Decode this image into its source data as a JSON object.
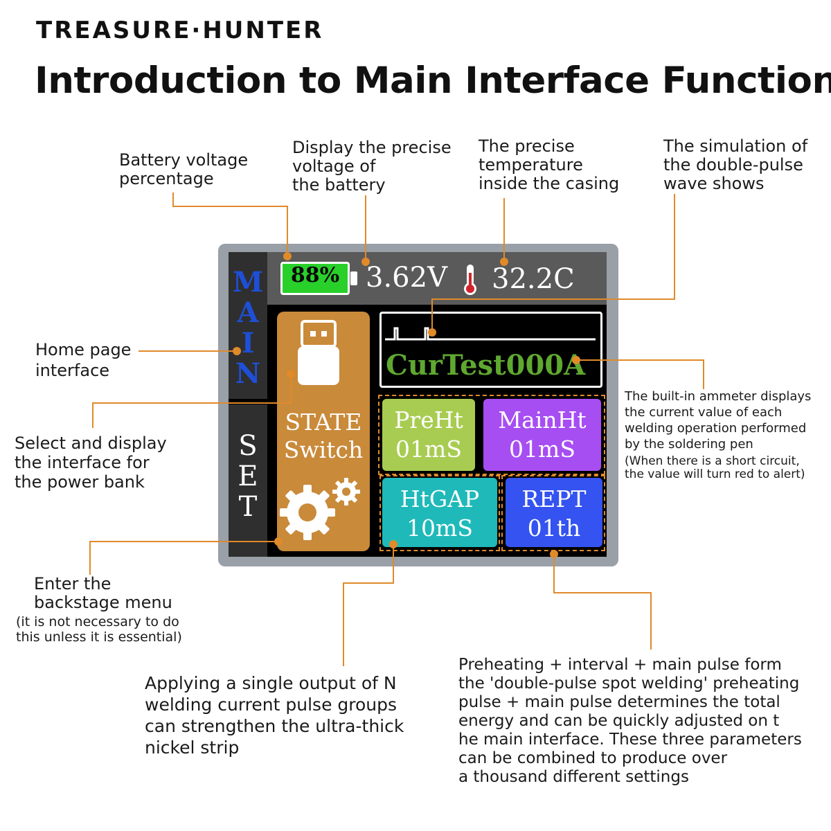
{
  "brand": "TREASURE·HUNTER",
  "title": "Introduction to Main Interface Functions",
  "device": {
    "battery_percent": "88%",
    "voltage": "3.62V",
    "temperature": "32.2C",
    "side_main": "M\nA\nI\nN",
    "side_set": "S\nE\nT",
    "state_label": "STATE\nSwitch",
    "current_readout": "CurTest000A",
    "preht": "PreHt\n01mS",
    "mainht": "MainHt\n01mS",
    "htgap": "HtGAP\n10mS",
    "rept": "REPT\n01th",
    "colors": {
      "battery": "#2ad02a",
      "state_button": "#c98a3a",
      "preht": "#a8cc52",
      "mainht": "#a64ef2",
      "htgap": "#1fb9b9",
      "rept": "#3453f0",
      "main_label": "#1e4fd6",
      "current_text": "#5fa830",
      "callout_lines": "#e08a2a"
    },
    "icons": [
      "usb-drive-icon",
      "gear-icon",
      "thermometer-icon"
    ]
  },
  "annotations": {
    "battery_pct": "Battery voltage\npercentage",
    "voltage": "Display the precise\nvoltage of\nthe battery",
    "temperature": "The precise\ntemperature\ninside the casing",
    "wave": "The simulation of\nthe double-pulse\nwave shows",
    "home": "Home page\ninterface",
    "power_bank": "Select and display\nthe interface for\nthe power bank",
    "backstage": "Enter the\nbackstage menu",
    "backstage_note": "(it is not necessary to do\nthis unless it is essential)",
    "ammeter": "The built-in ammeter displays\nthe current value of each\nwelding operation performed\nby the soldering pen",
    "ammeter_note": "(When there is a short circuit,\nthe value will turn red to alert)",
    "pulse_groups": "Applying a single output of N\nwelding current pulse groups\ncan strengthen the ultra-thick\nnickel strip",
    "double_pulse": "Preheating + interval + main pulse form\nthe 'double-pulse spot welding' preheating\npulse + main pulse determines the total\nenergy and can be quickly adjusted on t\nhe main interface. These three parameters\ncan be combined to produce over\na thousand different settings"
  }
}
